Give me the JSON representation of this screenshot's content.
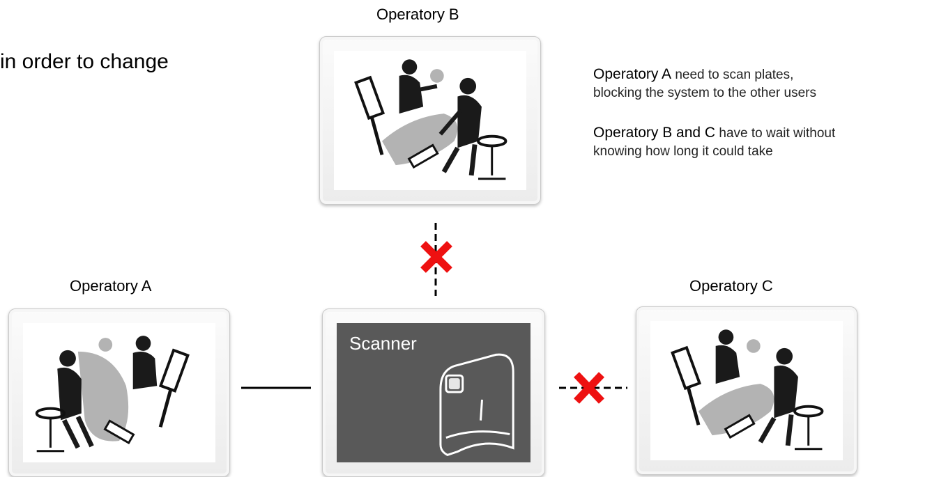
{
  "intro_text": "in order to change",
  "operatories": {
    "a": {
      "label": "Operatory A"
    },
    "b": {
      "label": "Operatory B"
    },
    "c": {
      "label": "Operatory C"
    }
  },
  "scanner": {
    "label": "Scanner"
  },
  "notes": [
    {
      "highlight": "Operatory A",
      "line1": " need to scan plates,",
      "line2": "blocking the system to the other users"
    },
    {
      "highlight": "Operatory B and C",
      "line1": " have to wait  without",
      "line2": "knowing how long it could take"
    }
  ],
  "connections": [
    {
      "from": "Operatory A",
      "to": "Scanner",
      "state": "connected"
    },
    {
      "from": "Operatory B",
      "to": "Scanner",
      "state": "blocked"
    },
    {
      "from": "Scanner",
      "to": "Operatory C",
      "state": "blocked"
    }
  ],
  "colors": {
    "blocked_x": "#ee1111",
    "scanner_bg": "#595959",
    "patient": "#b3b3b3",
    "silhouette": "#1a1a1a"
  }
}
